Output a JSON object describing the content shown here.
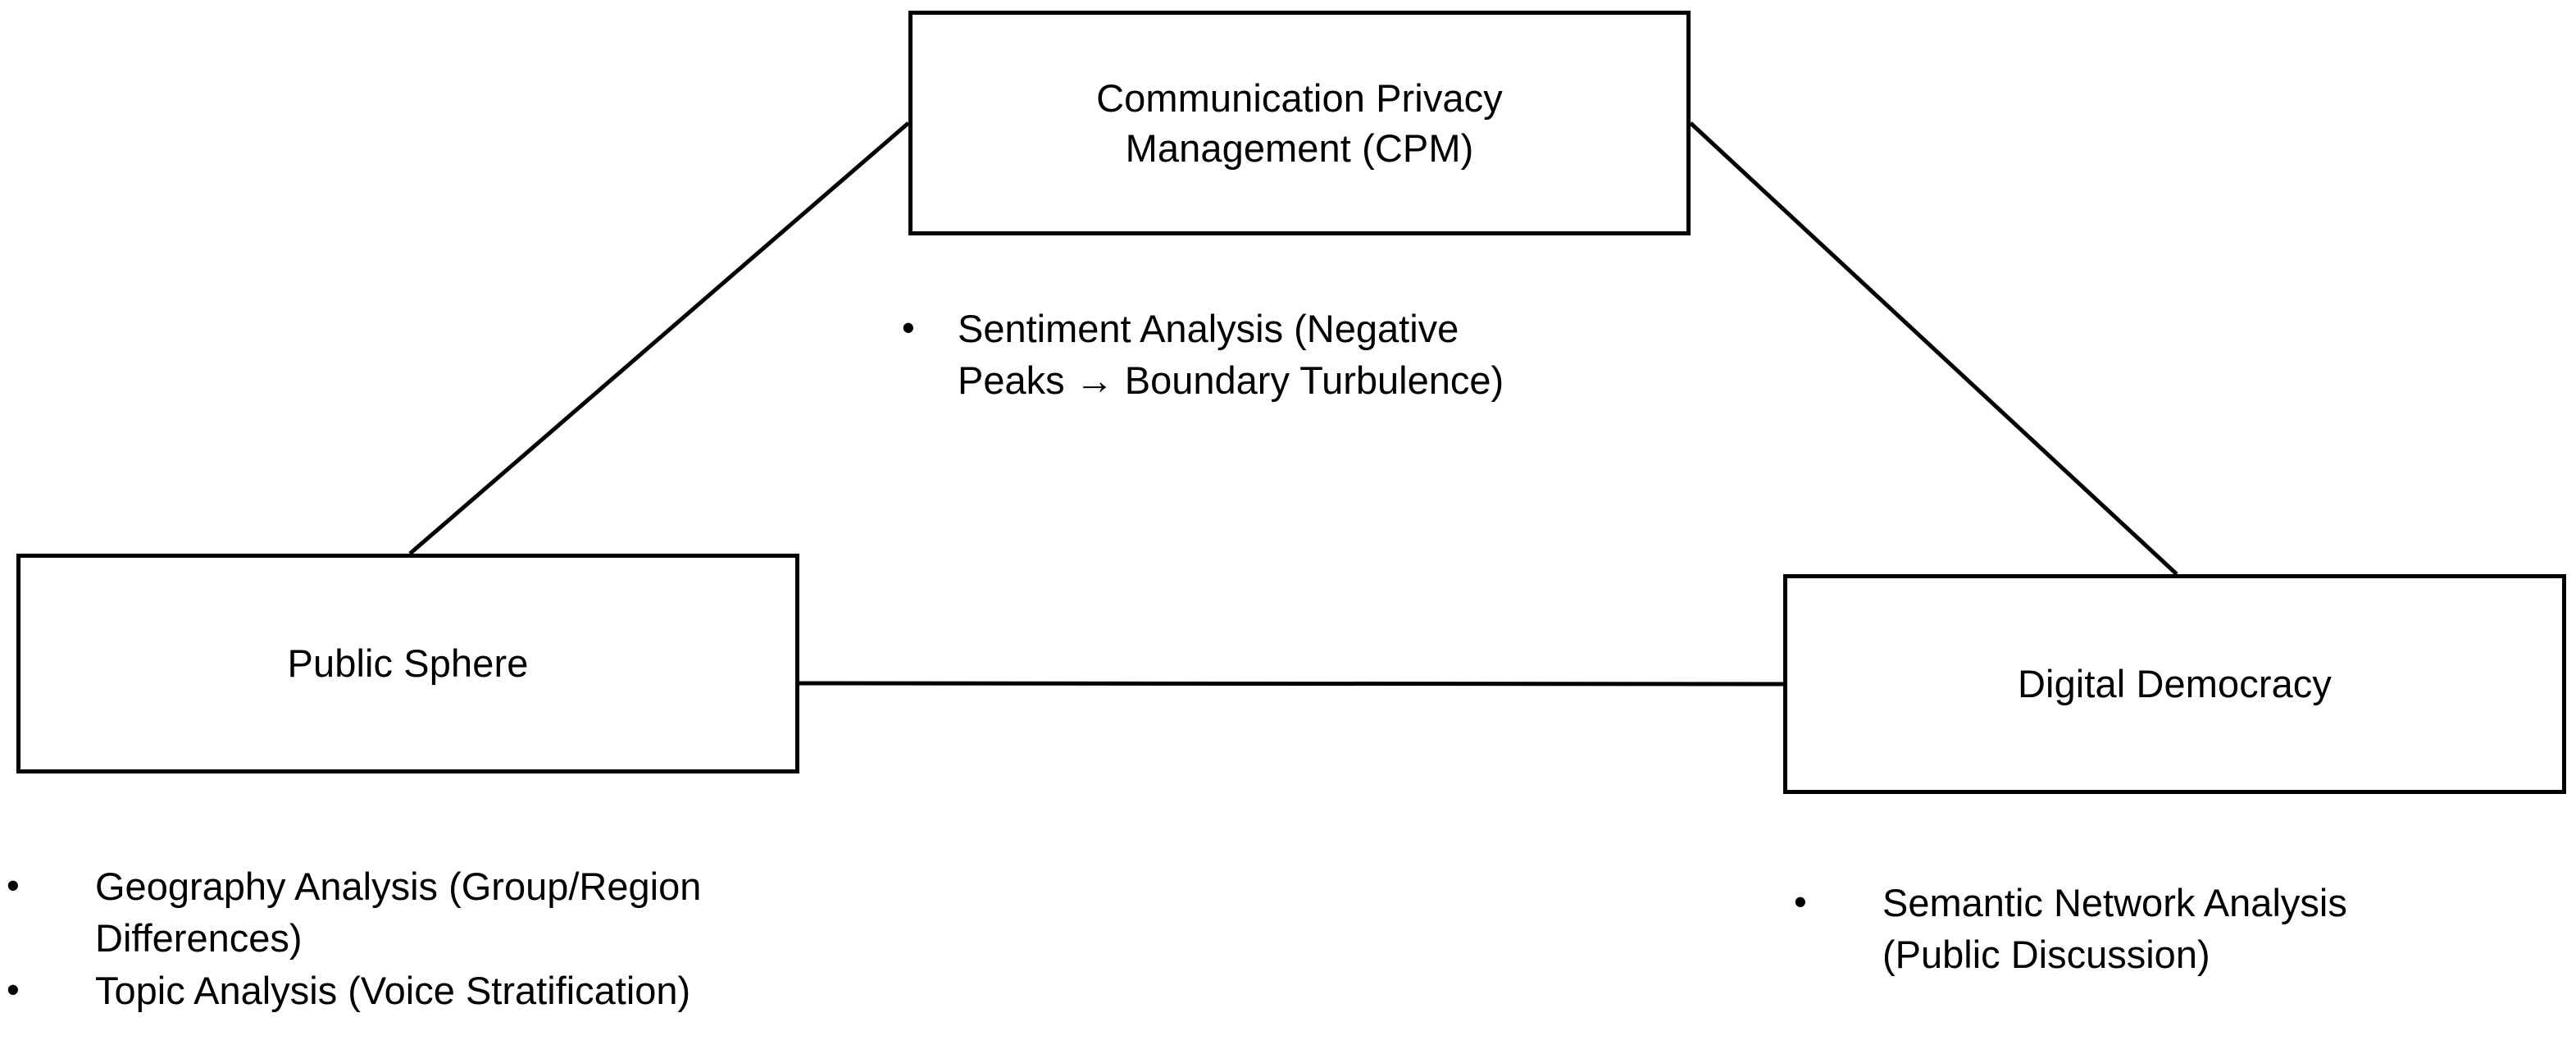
{
  "diagram": {
    "type": "triangular-framework-diagram",
    "background_color": "#ffffff",
    "line_color": "#000000",
    "text_color": "#000000",
    "nodes": [
      {
        "id": "cpm",
        "label": "Communication Privacy\nManagement (CPM)",
        "position": "top-center"
      },
      {
        "id": "public_sphere",
        "label": "Public Sphere",
        "position": "bottom-left"
      },
      {
        "id": "digital_democracy",
        "label": "Digital Democracy",
        "position": "bottom-right"
      }
    ],
    "bullet_marker": "•",
    "annotations": {
      "cpm": {
        "items": [
          "Sentiment Analysis (Negative\nPeaks → Boundary Turbulence)"
        ]
      },
      "public_sphere": {
        "items": [
          "Geography Analysis (Group/Region\nDifferences)",
          "Topic Analysis (Voice Stratification)"
        ]
      },
      "digital_democracy": {
        "items": [
          "Semantic Network Analysis\n(Public Discussion)"
        ]
      }
    },
    "edges": [
      {
        "from": "cpm",
        "to": "public_sphere",
        "style": "solid-line"
      },
      {
        "from": "cpm",
        "to": "digital_democracy",
        "style": "solid-line"
      },
      {
        "from": "public_sphere",
        "to": "digital_democracy",
        "style": "solid-line"
      }
    ]
  }
}
